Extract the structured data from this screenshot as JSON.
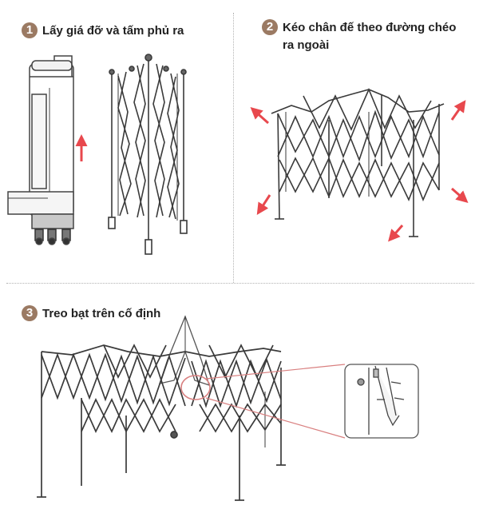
{
  "steps": [
    {
      "number": "1",
      "text": "Lấy giá đỡ và tấm phủ ra"
    },
    {
      "number": "2",
      "text": "Kéo chân đế theo đường chéo ra ngoài"
    },
    {
      "number": "3",
      "text": "Treo bạt trên cố định"
    }
  ],
  "colors": {
    "badge": "#9b7a63",
    "frame": "#3a3a3a",
    "arrow": "#e8484d",
    "callout": "#d98080"
  }
}
